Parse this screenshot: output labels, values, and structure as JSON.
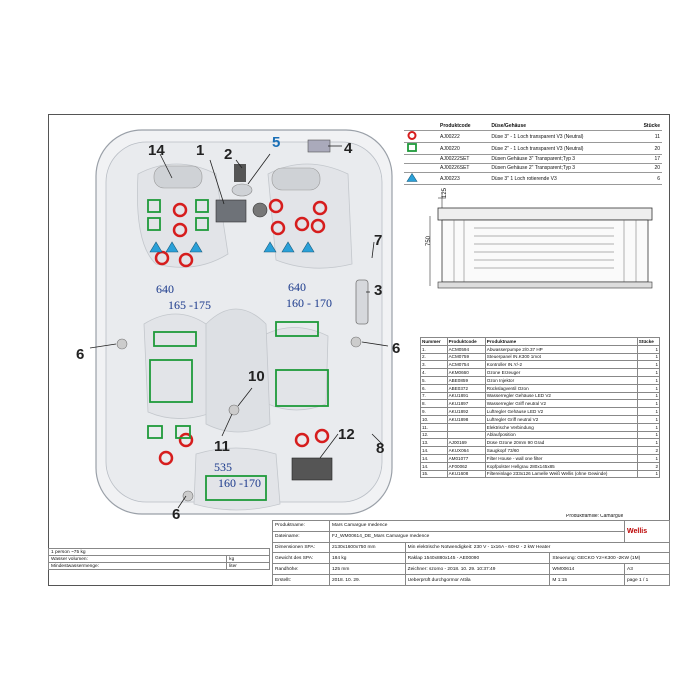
{
  "legend": {
    "headers": [
      "Produktcode",
      "Düse/Gehäuse",
      "Stücke"
    ],
    "rows": [
      {
        "symbol": "red-ring",
        "code": "AJ00222",
        "desc": "Düse 3\" - 1 Loch transparent V3 (Neutral)",
        "qty": "11"
      },
      {
        "symbol": "green-square",
        "code": "AJ00220",
        "desc": "Düse 2\" - 1 Loch transparent V3 (Neutral)",
        "qty": "20"
      },
      {
        "symbol": "",
        "code": "AJ00222SET",
        "desc": "Düsen Gehäuse 3\" Transparent;Typ 3",
        "qty": "17"
      },
      {
        "symbol": "",
        "code": "AJ00226SET",
        "desc": "Düsen Gehäuse 2\" Transparent;Typ 3",
        "qty": "20"
      },
      {
        "symbol": "blue-triangle",
        "code": "AJ00223",
        "desc": "Düse 3\" 1 Loch rotierende V3",
        "qty": "6"
      }
    ]
  },
  "side_view": {
    "width_dim": "125",
    "height_dim": "750"
  },
  "parts": {
    "headers": [
      "Nummer",
      "Produktcode",
      "Produktname",
      "Stücke"
    ],
    "rows": [
      [
        "1.",
        "ACM0594",
        "Abwasserpumpe 2/0.37 HP",
        "1"
      ],
      [
        "2.",
        "ACM0759",
        "Steuerpanel IN.K300 1mot",
        "1"
      ],
      [
        "3.",
        "ACM0754",
        "Kontroller IN.Y/-2",
        "1"
      ],
      [
        "4.",
        "AKM0660",
        "Ozone Erzeuger",
        "1"
      ],
      [
        "5.",
        "ABE0859",
        "Ozon Injektor",
        "1"
      ],
      [
        "6.",
        "ABE0372",
        "Rückslagventil Ozon",
        "1"
      ],
      [
        "7.",
        "AKU1891",
        "Wasserregler Gehäuse LED V2",
        "1"
      ],
      [
        "8.",
        "AKU1897",
        "Wasserregler Griff neutral V2",
        "1"
      ],
      [
        "9.",
        "AKU1892",
        "Luftregler Gehäuse LED V2",
        "1"
      ],
      [
        "10.",
        "AKU1898",
        "Luftregler Griff neutral V2",
        "1"
      ],
      [
        "11.",
        "",
        "Elektrische Verbindung",
        "1"
      ],
      [
        "12.",
        "",
        "Ablaufposition",
        "1"
      ],
      [
        "13.",
        "AJ00169",
        "Düse Ozone 20mm 90 Grad",
        "1"
      ],
      [
        "14.",
        "AKUX064",
        "Saugkopf 73/60",
        "2"
      ],
      [
        "14.",
        "AM01077",
        "Filter House - wall one filter",
        "1"
      ],
      [
        "14.",
        "AF00062",
        "Kopfpolster Hellgrau 280x145x85",
        "2"
      ],
      [
        "15.",
        "AKU1608",
        "Filtereinlage 233x126 Lamelle Weiß Wellis (ohne Gewinde)",
        "1"
      ]
    ]
  },
  "productfamily": {
    "label": "Produktfamilie:",
    "value": "Camargue"
  },
  "titleblock": {
    "productname_label": "Produktname:",
    "productname": "Mars Camargue medence",
    "filename_label": "Dateiname:",
    "filename": "FJ_WM00614_DE_Mars Camargue medence",
    "dims_label": "Dimensionen SPA:",
    "dims": "2130x1600x750 mm",
    "elec": "Min elektrische Notwendigkeit: 230 V - 1x16A - 60Hz - 2 kW Heater",
    "weight_label": "Gewicht des SPA:",
    "weight": "184 kg",
    "raklap": "Raklap 1540x880x145 - AE00090",
    "control": "Steuerung: GECKO Y2+K300 -2KW (1M)",
    "rand_label": "Randhöhe:",
    "rand": "125 mm",
    "drawer": "Zeichner: szomo - 2018. 10. 29. 10:37:49",
    "code_label": "A3",
    "code": "WM00614",
    "scale": "M 1:15",
    "page": "page 1 / 1",
    "created_label": "Erstellt:",
    "created": "2018. 10. 29.",
    "checked": "Ueberprüft durchgormor Attila",
    "brand": "Wellis"
  },
  "leftblock": {
    "person": "1 person ~75 kg",
    "water_label": "Wasser volumen:",
    "water_unit": "kg",
    "min_label": "Mindestwassermenge:",
    "min_unit": "liter"
  },
  "callouts": [
    "1",
    "2",
    "3",
    "4",
    "5",
    "6",
    "6",
    "6",
    "7",
    "8",
    "10",
    "11",
    "12",
    "14"
  ],
  "seat_notes": {
    "a_depth": "640",
    "a_range": "165 -175",
    "b_depth": "640",
    "b_range": "160 - 170",
    "c_depth": "535",
    "c_range": "160 -170"
  }
}
